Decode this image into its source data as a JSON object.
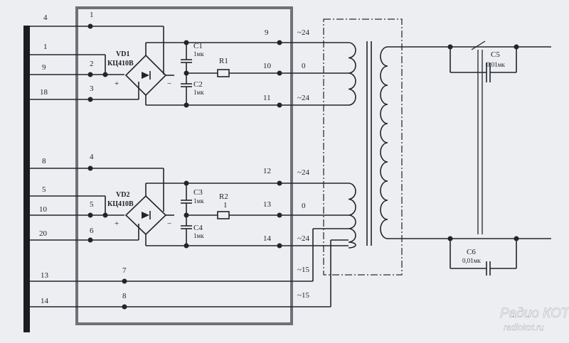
{
  "left_pins": [
    "4",
    "1",
    "9",
    "18",
    "8",
    "5",
    "10",
    "20",
    "13",
    "14"
  ],
  "block_pins": [
    "1",
    "2",
    "3",
    "4",
    "5",
    "6",
    "7",
    "8"
  ],
  "right_pins": [
    "9",
    "10",
    "11",
    "12",
    "13",
    "14"
  ],
  "voltages": [
    "~24",
    "0",
    "~24",
    "~24",
    "0",
    "~24",
    "~15",
    "~15"
  ],
  "diodes": [
    {
      "ref": "VD1",
      "type": "КЦ410В"
    },
    {
      "ref": "VD2",
      "type": "КЦ410В"
    }
  ],
  "capacitors": [
    {
      "ref": "C1",
      "value": "1мк"
    },
    {
      "ref": "C2",
      "value": "1мк"
    },
    {
      "ref": "C3",
      "value": "1мк"
    },
    {
      "ref": "C4",
      "value": "1мк"
    },
    {
      "ref": "C5",
      "value": "0,01мк"
    },
    {
      "ref": "C6",
      "value": "0,01мк"
    }
  ],
  "resistors": [
    {
      "ref": "R1",
      "value": ""
    },
    {
      "ref": "R2",
      "value": "1"
    }
  ],
  "polarity": {
    "plus": "+",
    "minus": "−"
  },
  "watermark": {
    "line1": "Радио КОТ",
    "line2": "radiokot.ru"
  }
}
